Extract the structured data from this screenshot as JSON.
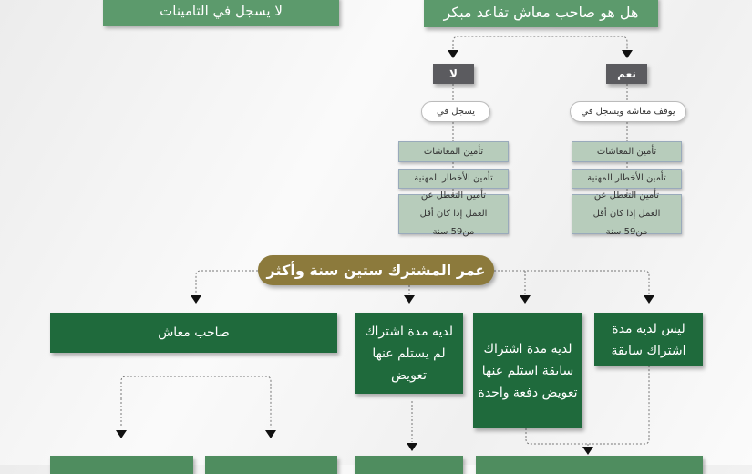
{
  "top": {
    "left_box": "لا يسجل في التامينات",
    "question": "هل هو صاحب معاش تقاعد مبكر"
  },
  "branches": {
    "no": {
      "label": "لا",
      "note": "يسجل في",
      "items": [
        "تأمين المعاشات",
        "تأمين الأخطار المهنية",
        "تأمين التعطل عن العمل إذا كان أقل من59 سنة"
      ]
    },
    "yes": {
      "label": "نعم",
      "note": "يوقف معاشه ويسجل في",
      "items": [
        "تأمين المعاشات",
        "تأمين الأخطار المهنية",
        "تأمين التعطل عن العمل إذا كان أقل من59 سنة"
      ]
    }
  },
  "age_node": "عمر المشترك ستين سنة وأكثر",
  "categories": [
    "صاحب معاش",
    "لديه مدة اشتراك لم يستلم عنها تعويض",
    "لديه مدة اشتراك سابقة استلم عنها تعويض دفعة واحدة",
    "ليس لديه مدة اشتراك سابقة"
  ]
}
